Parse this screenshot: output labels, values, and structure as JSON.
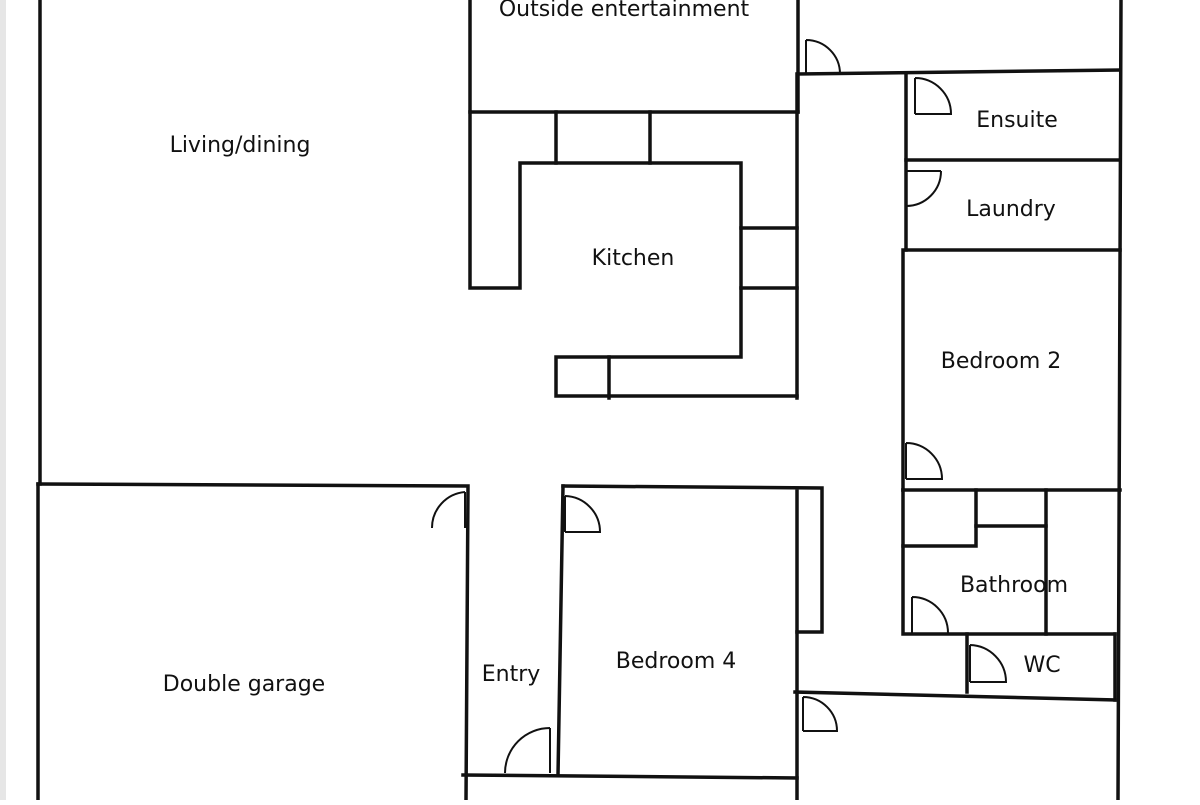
{
  "plan": {
    "rooms": [
      {
        "id": "living-dining",
        "label": "Living/dining"
      },
      {
        "id": "outside-entertainment",
        "label": "Outside entertainment"
      },
      {
        "id": "kitchen",
        "label": "Kitchen"
      },
      {
        "id": "ensuite",
        "label": "Ensuite"
      },
      {
        "id": "laundry",
        "label": "Laundry"
      },
      {
        "id": "bedroom-2",
        "label": "Bedroom 2"
      },
      {
        "id": "bathroom",
        "label": "Bathroom"
      },
      {
        "id": "wc",
        "label": "WC"
      },
      {
        "id": "double-garage",
        "label": "Double garage"
      },
      {
        "id": "entry",
        "label": "Entry"
      },
      {
        "id": "bedroom-4",
        "label": "Bedroom 4"
      }
    ]
  }
}
